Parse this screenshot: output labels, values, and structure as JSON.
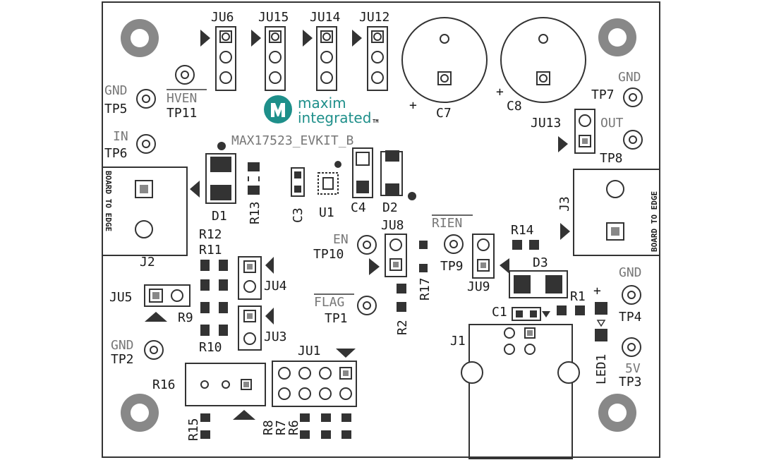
{
  "board_name": "MAX17523_EVKIT_B",
  "logo": {
    "line1": "maxim",
    "line2": "integrated",
    "tm": "TM"
  },
  "jumpers": {
    "ju6": "JU6",
    "ju15": "JU15",
    "ju14": "JU14",
    "ju12": "JU12",
    "ju13": "JU13",
    "ju8": "JU8",
    "ju9": "JU9",
    "ju4": "JU4",
    "ju3": "JU3",
    "ju5": "JU5",
    "ju1": "JU1"
  },
  "test_points": {
    "tp1": "TP1",
    "tp2": "TP2",
    "tp3": "TP3",
    "tp4": "TP4",
    "tp5": "TP5",
    "tp6": "TP6",
    "tp7": "TP7",
    "tp8": "TP8",
    "tp9": "TP9",
    "tp10": "TP10",
    "tp11": "TP11"
  },
  "net_labels": {
    "gnd_tp5": "GND",
    "in": "IN",
    "hven": "HVEN",
    "gnd_tp7": "GND",
    "out": "OUT",
    "en": "EN",
    "rien": "RIEN",
    "flag": "FLAG",
    "gnd_tp4": "GND",
    "gnd_tp2": "GND",
    "v5": "5V"
  },
  "components": {
    "c7": "C7",
    "c8": "C8",
    "c3": "C3",
    "c4": "C4",
    "c1": "C1",
    "d1": "D1",
    "d2": "D2",
    "d3": "D3",
    "u1": "U1",
    "r1": "R1",
    "r2": "R2",
    "r6": "R6",
    "r7": "R7",
    "r8": "R8",
    "r9": "R9",
    "r10": "R10",
    "r11": "R11",
    "r12": "R12",
    "r13": "R13",
    "r14": "R14",
    "r15": "R15",
    "r16": "R16",
    "r17": "R17",
    "j1": "J1",
    "j2": "J2",
    "j3": "J3",
    "led1": "LED1"
  },
  "edge_labels": {
    "j2": "BOARD TO EDGE",
    "j3": "BOARD TO EDGE"
  },
  "polarity": {
    "c7": "+",
    "c8": "+",
    "led": "+"
  }
}
